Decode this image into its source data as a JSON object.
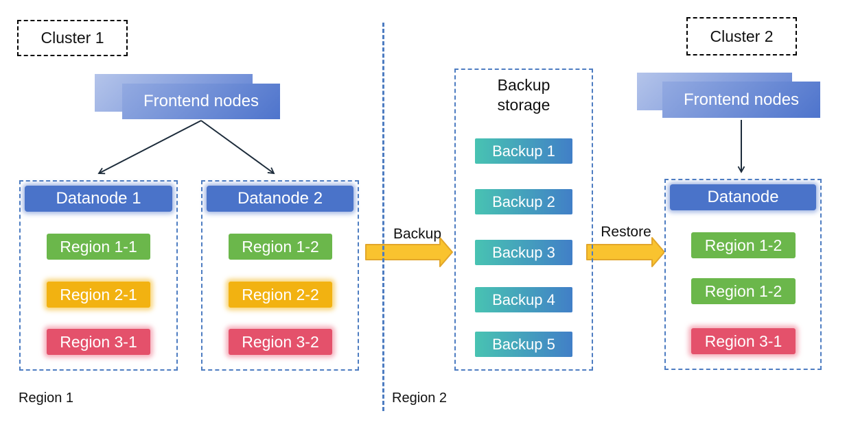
{
  "colors": {
    "ink": "#111111",
    "line": "#1c2b3a",
    "accent": "#4d7cc1",
    "clusterBorder": "#000000",
    "headerBlue": "#4a73c9",
    "headerGlow": "rgba(90,125,205,0.55)",
    "green": "#6bb74b",
    "yellow": "#f2b211",
    "yellowGlow": "rgba(246,200,85,0.75)",
    "red": "#e4516b",
    "redGlow": "rgba(242,150,165,0.75)",
    "teal1": "#48c3b2",
    "teal2": "#417fc7",
    "front1": "#93aae1",
    "front2": "#4e74cc",
    "back1": "#b4c4ea",
    "back2": "#6384d4",
    "arrowFill": "#f9c32f",
    "arrowStroke": "#e2a62a"
  },
  "cluster1": {
    "label": "Cluster 1"
  },
  "cluster2": {
    "label": "Cluster 2"
  },
  "frontend_left": {
    "label": "Frontend nodes"
  },
  "frontend_right": {
    "label": "Frontend nodes"
  },
  "datanode1": {
    "title": "Datanode 1",
    "regions": [
      "Region 1-1",
      "Region 2-1",
      "Region 3-1"
    ]
  },
  "datanode2": {
    "title": "Datanode 2",
    "regions": [
      "Region 1-2",
      "Region 2-2",
      "Region 3-2"
    ]
  },
  "datanode_right": {
    "title": "Datanode",
    "regions": [
      "Region 1-2",
      "Region 1-2",
      "Region 3-1"
    ]
  },
  "backup_storage": {
    "title": "Backup storage",
    "items": [
      "Backup 1",
      "Backup 2",
      "Backup 3",
      "Backup 4",
      "Backup 5"
    ]
  },
  "arrows": {
    "backup_label": "Backup",
    "restore_label": "Restore"
  },
  "footer": {
    "region1": "Region 1",
    "region2": "Region 2"
  }
}
